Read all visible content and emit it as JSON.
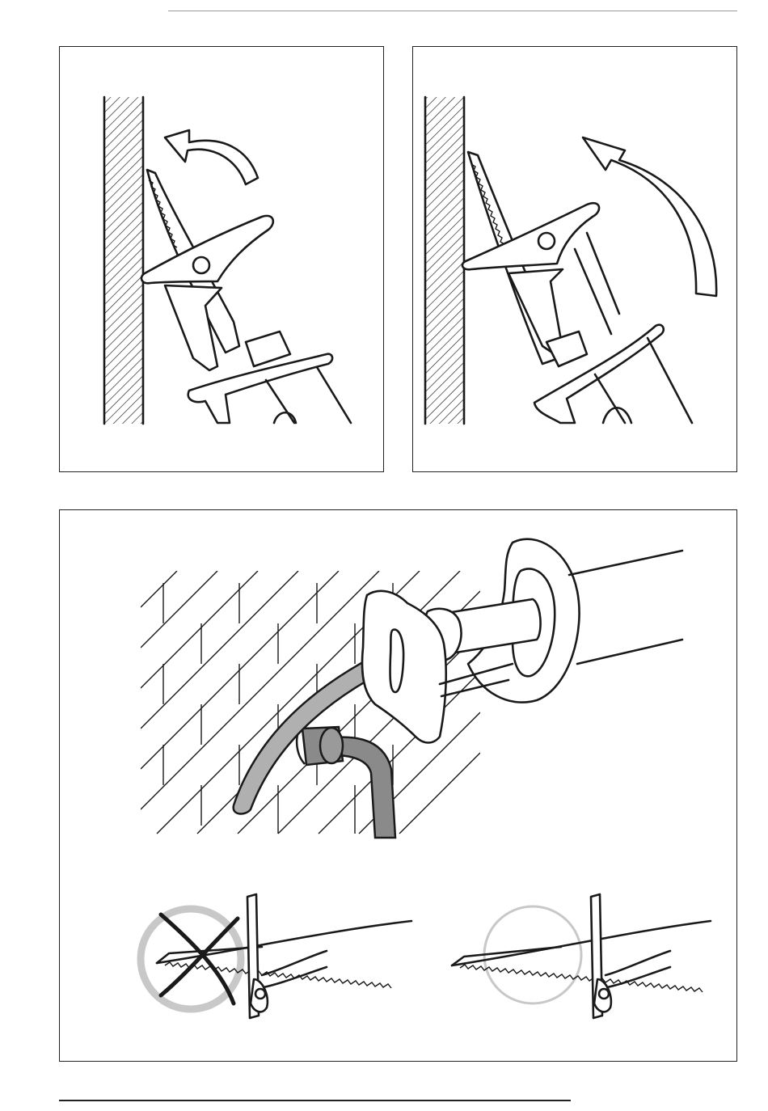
{
  "page": {
    "figures": [
      {
        "name": "plunge-cut-start",
        "icon": "rotate-arrow-icon"
      },
      {
        "name": "plunge-cut-continue",
        "icon": "rotate-arrow-icon"
      },
      {
        "name": "flush-cut-pipe",
        "icons": [
          "wrong-cross-icon",
          "correct-circle-icon"
        ]
      }
    ],
    "colors": {
      "line": "#1a1a1a",
      "pipe_light": "#b0b0b0",
      "pipe_dark": "#8a8a8a",
      "ring": "#c8c8c8",
      "rule_top": "#9a9a9a"
    }
  }
}
